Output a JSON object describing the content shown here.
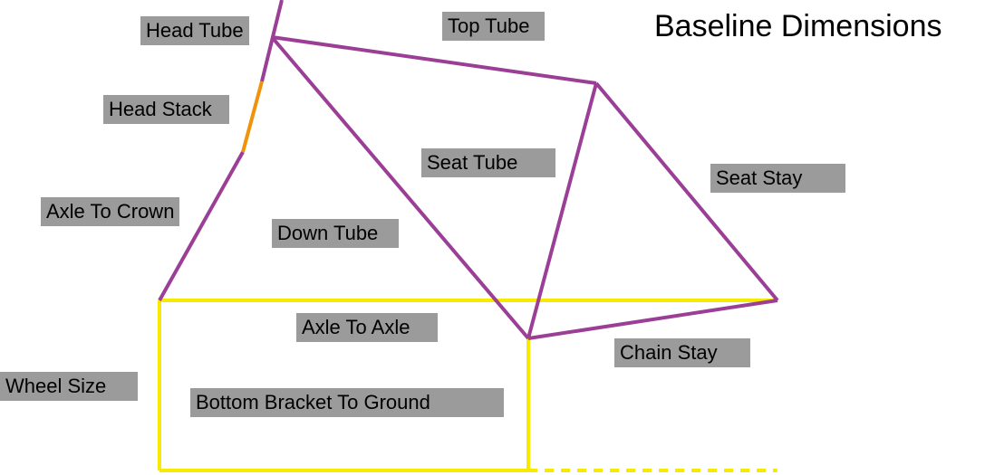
{
  "title": "Baseline Dimensions",
  "colors": {
    "frame": "#9b3f96",
    "head_stack": "#f0920a",
    "baseline": "#f7ea00",
    "label_bg": "#9b9b9b"
  },
  "labels": {
    "head_tube": "Head Tube",
    "top_tube": "Top Tube",
    "head_stack": "Head Stack",
    "seat_tube": "Seat Tube",
    "seat_stay": "Seat Stay",
    "axle_to_crown": "Axle To Crown",
    "down_tube": "Down Tube",
    "axle_to_axle": "Axle To Axle",
    "chain_stay": "Chain Stay",
    "wheel_size": "Wheel Size",
    "bottom_bracket_to_ground": "Bottom Bracket To Ground"
  }
}
